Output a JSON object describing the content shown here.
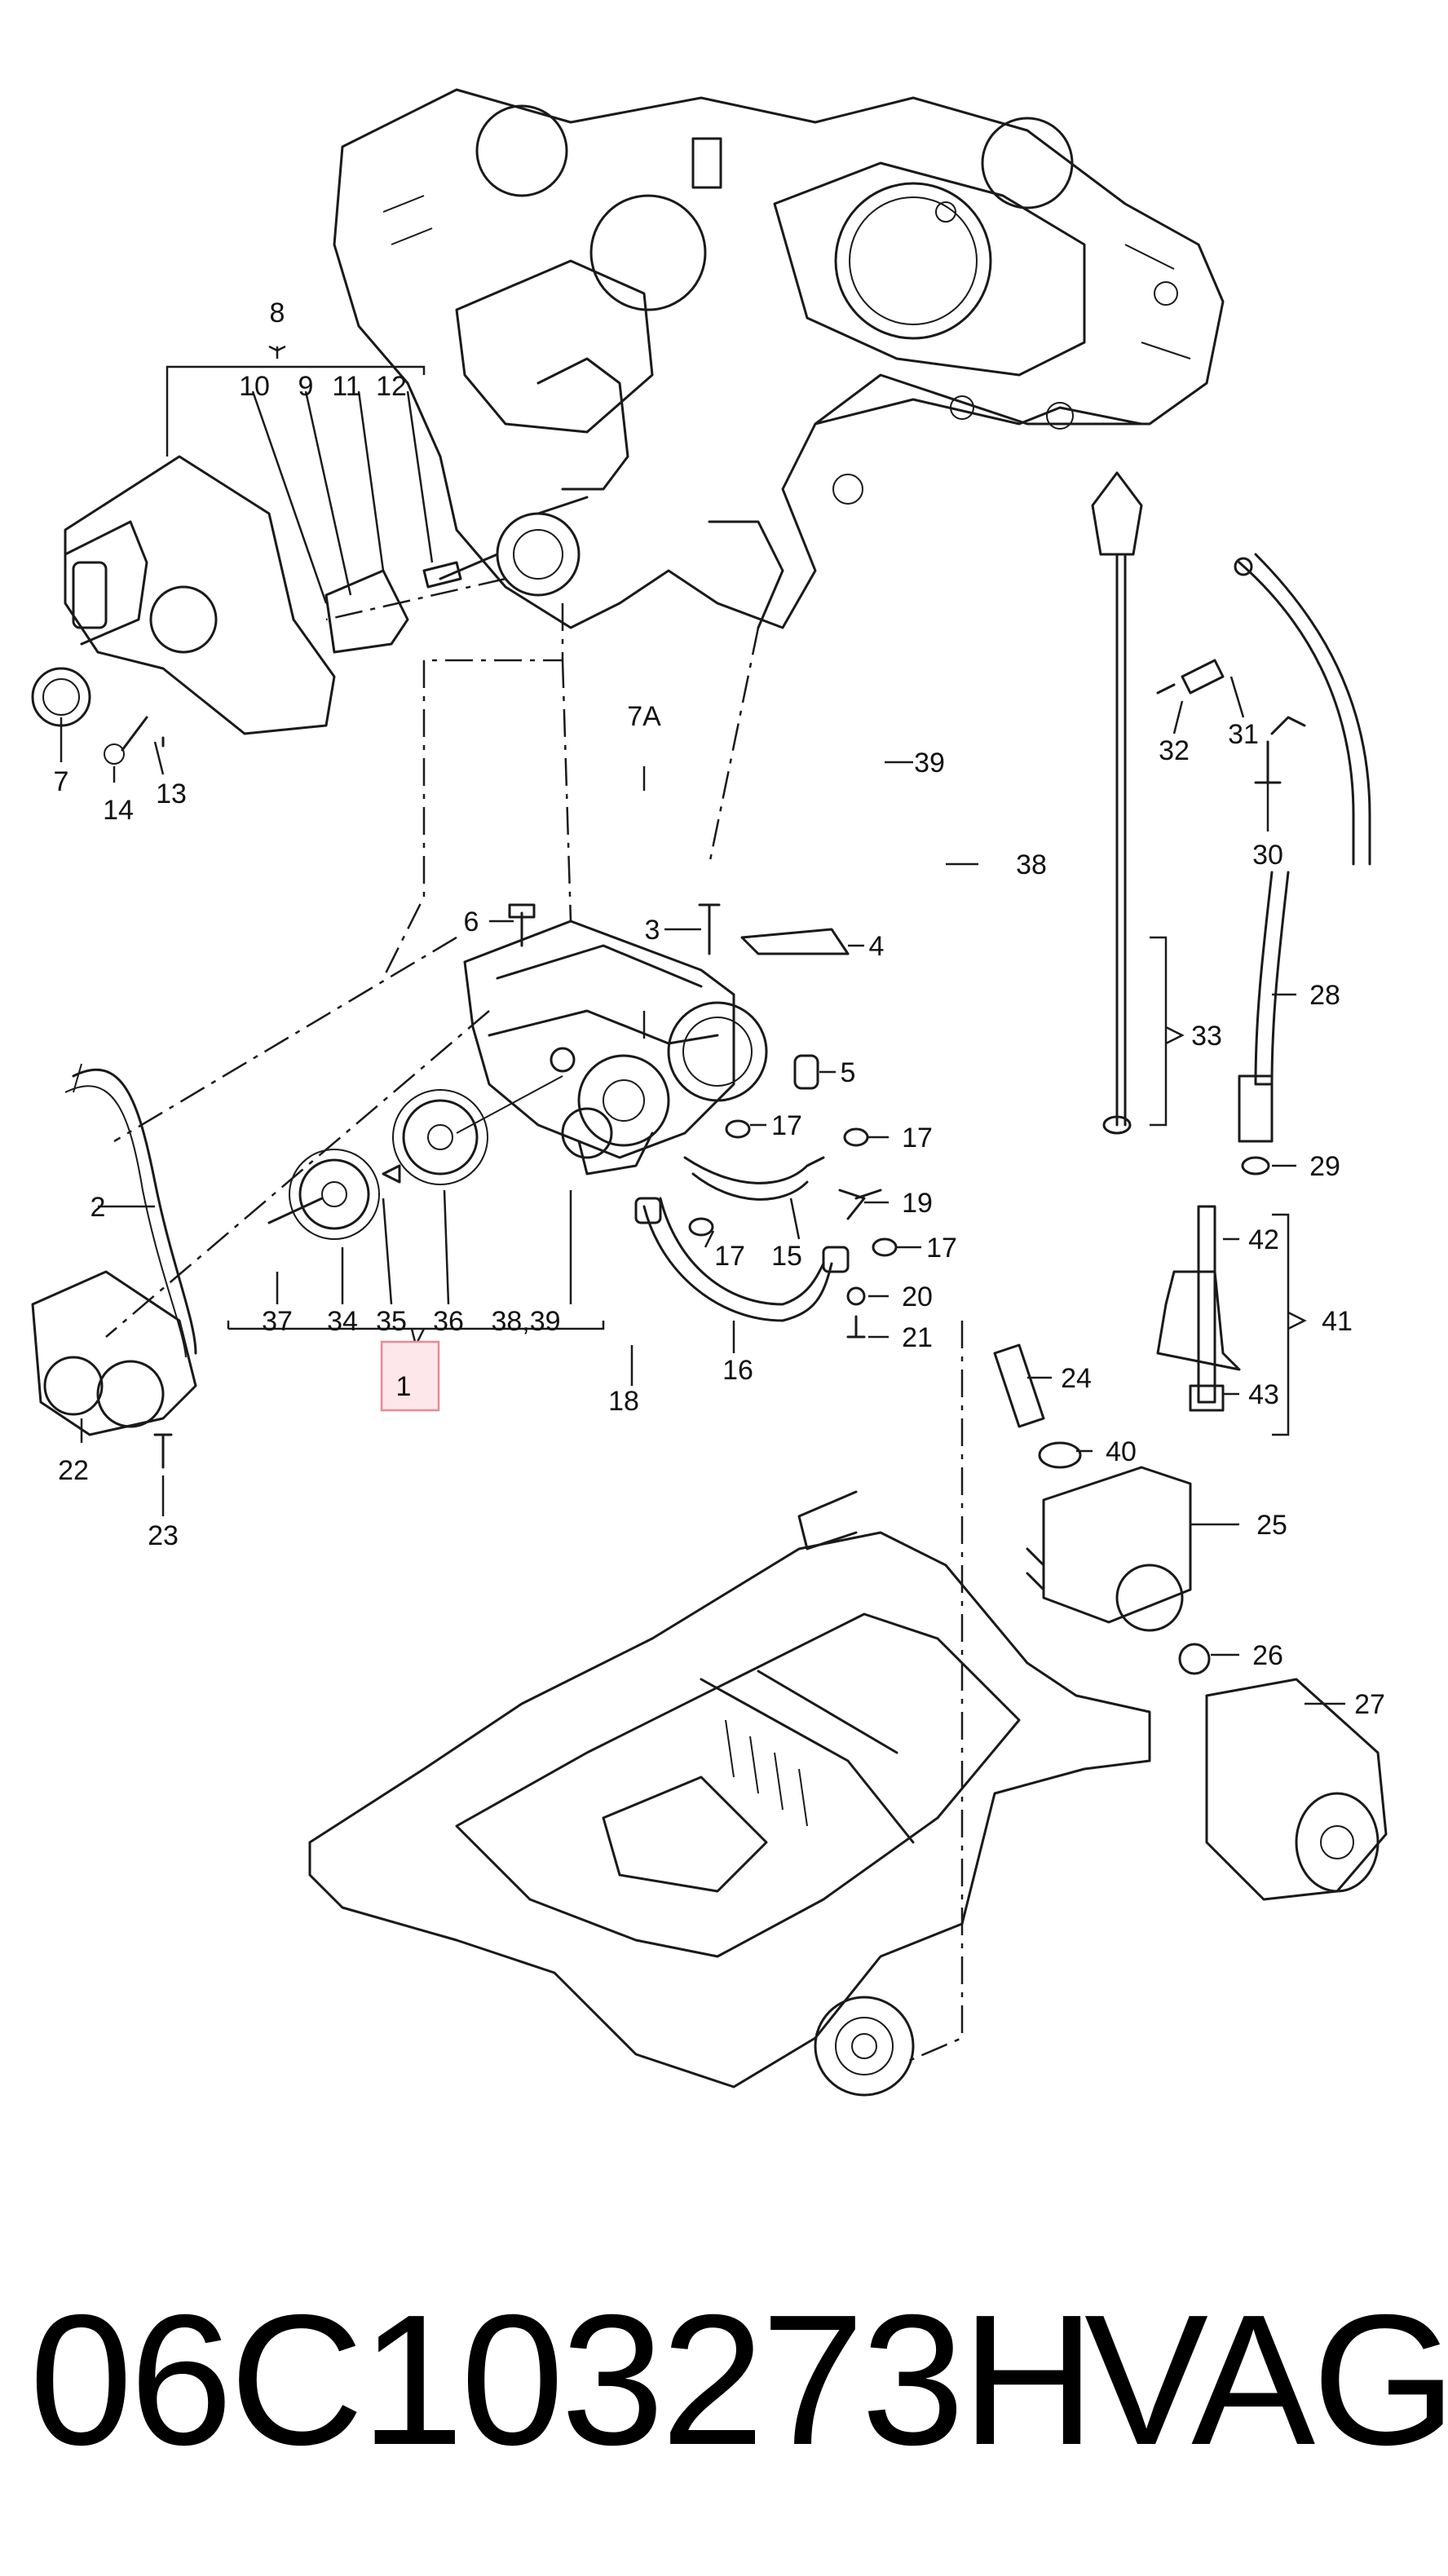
{
  "callouts": {
    "c1": "1",
    "c2": "2",
    "c3": "3",
    "c4": "4",
    "c5": "5",
    "c6": "6",
    "c7": "7",
    "c7a": "7A",
    "c8": "8",
    "c9": "9",
    "c10": "10",
    "c11": "11",
    "c12": "12",
    "c13": "13",
    "c14": "14",
    "c15": "15",
    "c16": "16",
    "c17a": "17",
    "c17b": "17",
    "c17c": "17",
    "c17d": "17",
    "c18": "18",
    "c19": "19",
    "c20": "20",
    "c21": "21",
    "c22": "22",
    "c23": "23",
    "c24": "24",
    "c25": "25",
    "c26": "26",
    "c27": "27",
    "c28": "28",
    "c29": "29",
    "c30": "30",
    "c31": "31",
    "c32": "32",
    "c33": "33",
    "c34": "34",
    "c35": "35",
    "c36": "36",
    "c37": "37",
    "c3839": "38,39",
    "c38": "38",
    "c39": "39",
    "c40": "40",
    "c41": "41",
    "c42": "42",
    "c43": "43"
  },
  "footer": {
    "part_number": "06C103273H",
    "brand": "VAG"
  },
  "colors": {
    "line": "#1a1a1a",
    "highlight_fill": "#fde7ea",
    "highlight_border": "#e88a96"
  }
}
